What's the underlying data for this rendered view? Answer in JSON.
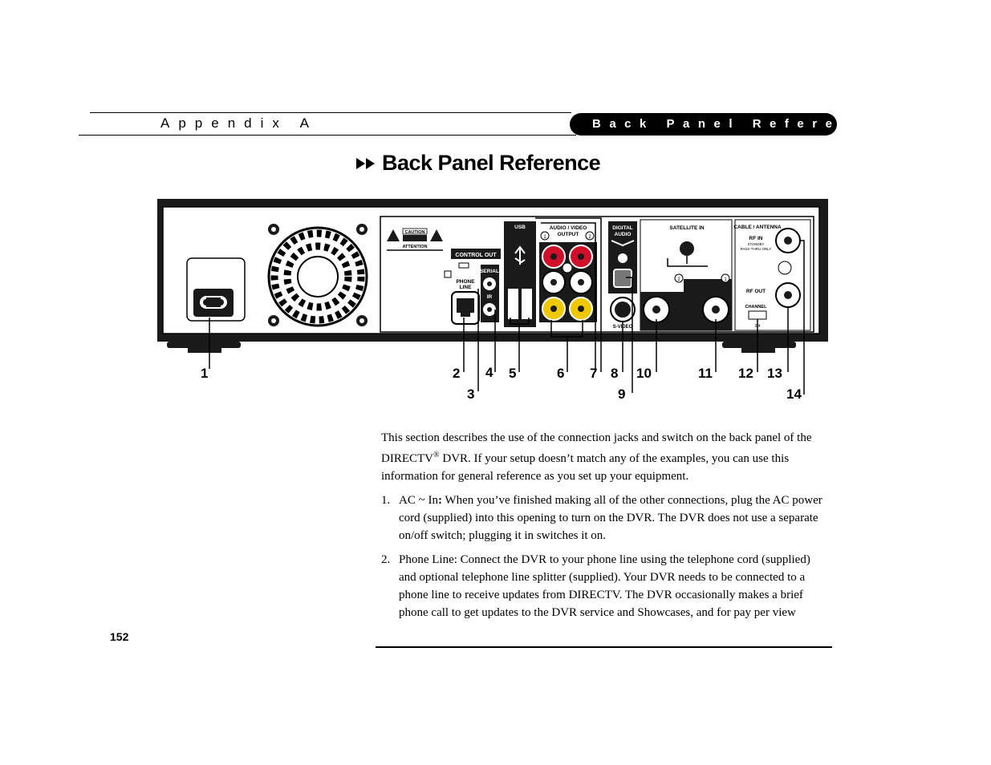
{
  "header": {
    "chapter": "Appendix A",
    "section": "Back Panel Reference"
  },
  "title": "Back Panel Reference",
  "panel": {
    "caution": "CAUTION",
    "attention": "ATTENTION",
    "control_out": "CONTROL OUT",
    "phone_line_1": "PHONE",
    "phone_line_2": "LINE",
    "serial": "SERIAL",
    "ir": "IR",
    "usb": "USB",
    "av_output_1": "AUDIO / VIDEO",
    "av_output_2": "OUTPUT",
    "digital_audio_1": "DIGITAL",
    "digital_audio_2": "AUDIO",
    "svideo": "S-VIDEO",
    "satellite_in": "SATELLITE IN",
    "cable_antenna": "CABLE / ANTENNA",
    "rf_in": "RF IN",
    "standby_1": "STANDBY",
    "standby_2": "PASS-THRU ONLY",
    "rf_out": "RF OUT",
    "channel": "CHANNEL",
    "channel_nums": "3      4",
    "jack1": "1",
    "jack2": "2",
    "sat1": "1",
    "sat2": "2"
  },
  "callouts": [
    "1",
    "2",
    "3",
    "4",
    "5",
    "6",
    "7",
    "8",
    "9",
    "10",
    "11",
    "12",
    "13",
    "14"
  ],
  "body": {
    "intro_a": "This section describes the use of the connection jacks and switch on the back panel of the DIRECTV",
    "intro_reg": "®",
    "intro_b": " DVR. If your setup doesn’t match any of the examples, you can use this information for general reference as you set up your equipment.",
    "items": [
      {
        "num": "1.",
        "label": "AC ~ In",
        "colon": ":",
        "text": " When you’ve finished making all of the other connections, plug the AC power cord (supplied) into this opening to turn on the DVR. The DVR does not use a separate on/off switch; plugging it in switches it on."
      },
      {
        "num": "2.",
        "text": "Phone Line: Connect the DVR to your phone line using the telephone cord (supplied) and optional telephone line splitter (supplied). Your DVR needs to be connected to a phone line to receive updates from DIRECTV. The DVR occasionally makes a brief phone call to get updates to the DVR service and Showcases, and for pay per view"
      }
    ]
  },
  "page_number": "152"
}
